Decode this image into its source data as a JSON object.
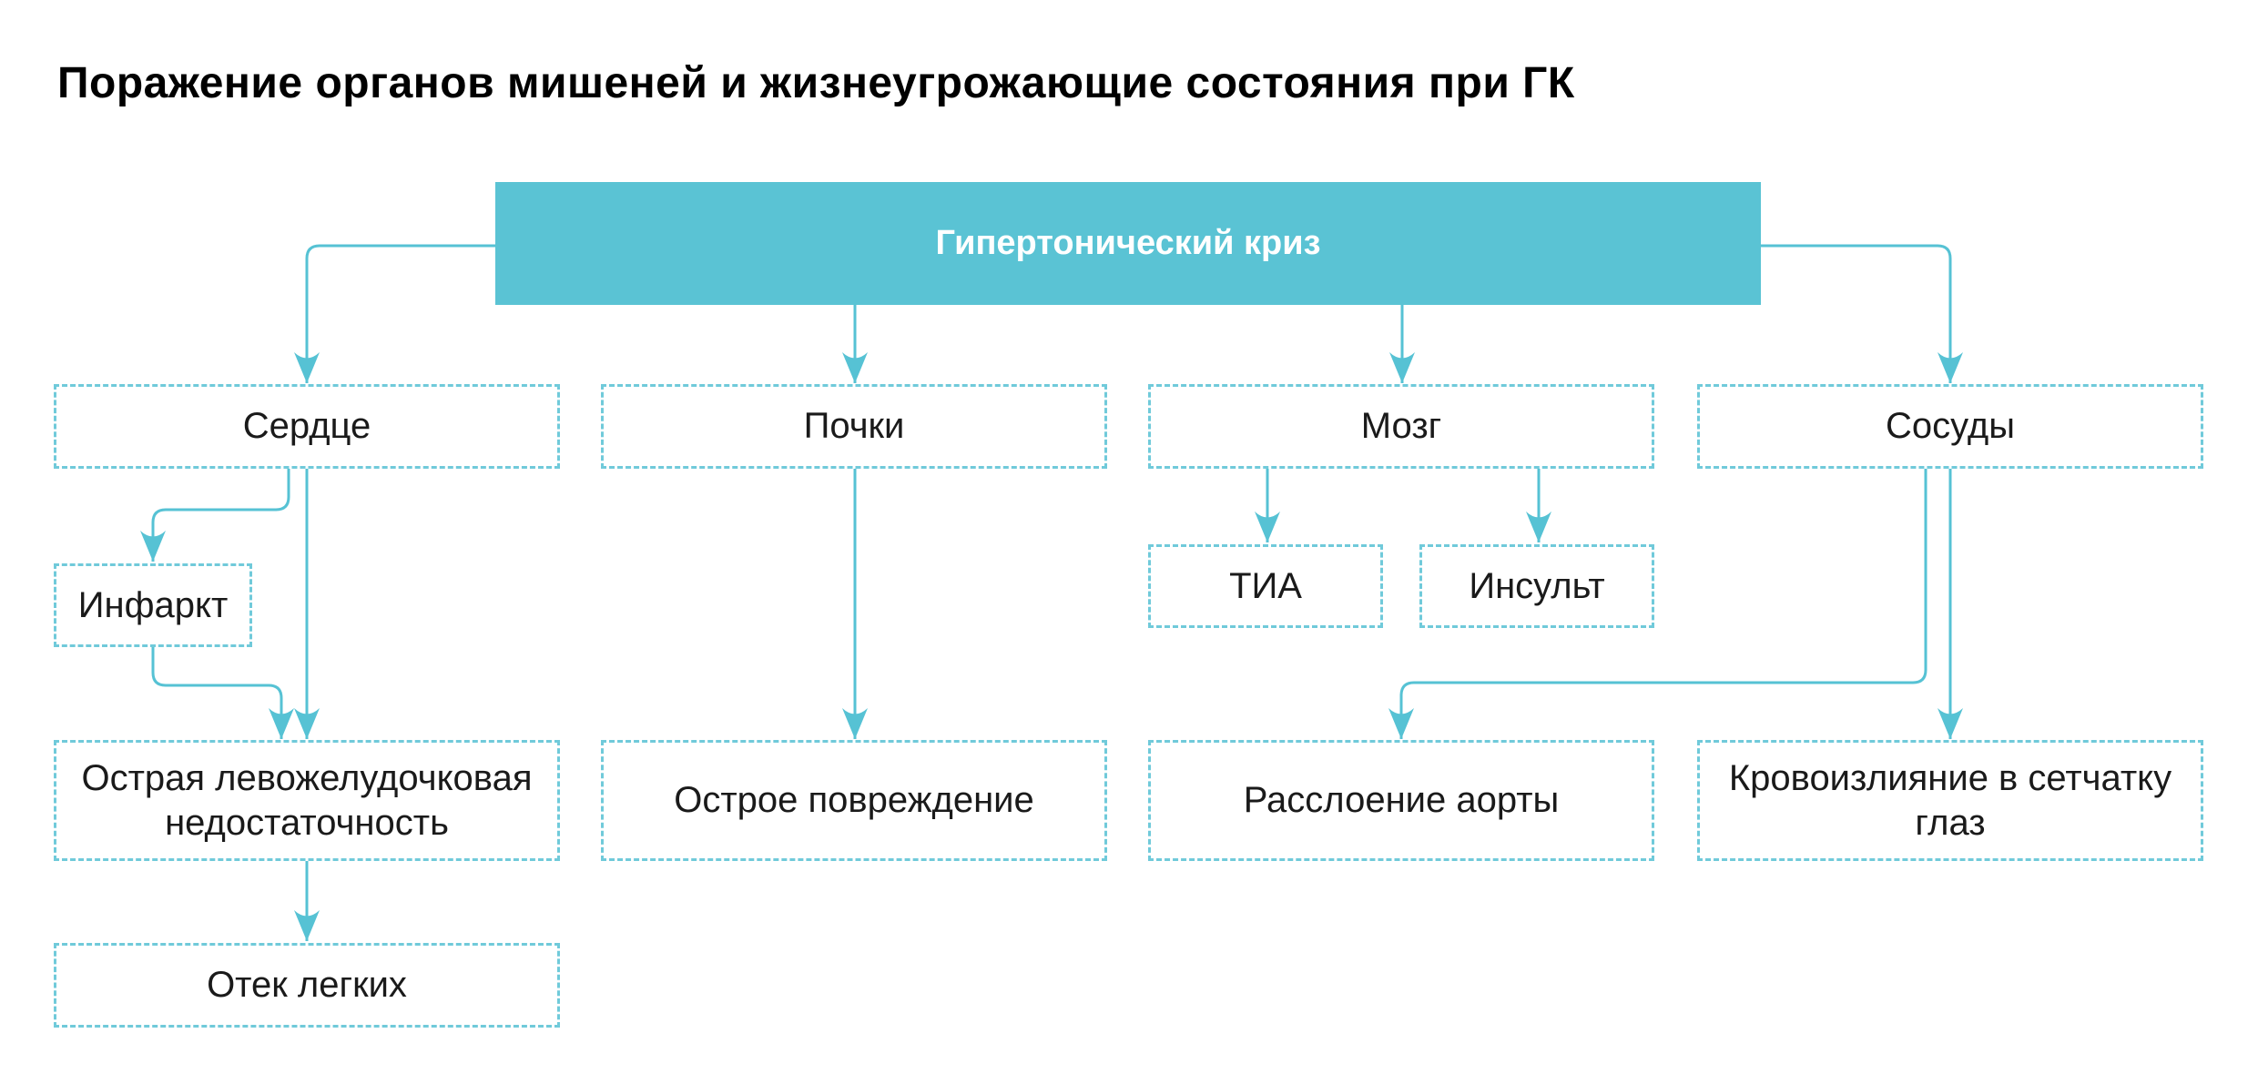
{
  "title": "Поражение органов мишеней и жизнеугрожающие состояния при ГК",
  "nodes": {
    "root": {
      "label": "Гипертонический криз"
    },
    "heart": {
      "label": "Сердце"
    },
    "kidneys": {
      "label": "Почки"
    },
    "brain": {
      "label": "Мозг"
    },
    "vessels": {
      "label": "Сосуды"
    },
    "infarction": {
      "label": "Инфаркт"
    },
    "tia": {
      "label": "ТИА"
    },
    "stroke": {
      "label": "Инсульт"
    },
    "lv_failure": {
      "label": "Острая левожелудочковая недостаточность"
    },
    "kidney_injury": {
      "label": "Острое повреждение"
    },
    "aortic_dissection": {
      "label": "Расслоение аорты"
    },
    "retinal_hemorrhage": {
      "label": "Кровоизлияние в сетчатку глаз"
    },
    "pulmonary_edema": {
      "label": "Отек легких"
    }
  },
  "edges": [
    {
      "from": "root",
      "to": "heart"
    },
    {
      "from": "root",
      "to": "kidneys"
    },
    {
      "from": "root",
      "to": "brain"
    },
    {
      "from": "root",
      "to": "vessels"
    },
    {
      "from": "heart",
      "to": "infarction"
    },
    {
      "from": "heart",
      "to": "lv_failure"
    },
    {
      "from": "infarction",
      "to": "lv_failure"
    },
    {
      "from": "kidneys",
      "to": "kidney_injury"
    },
    {
      "from": "brain",
      "to": "tia"
    },
    {
      "from": "brain",
      "to": "stroke"
    },
    {
      "from": "vessels",
      "to": "aortic_dissection"
    },
    {
      "from": "vessels",
      "to": "retinal_hemorrhage"
    },
    {
      "from": "lv_failure",
      "to": "pulmonary_edema"
    }
  ],
  "colors": {
    "accent_fill": "#5ac3d4",
    "connector": "#56c2d4",
    "dashed_border": "#70cada",
    "root_text": "#ffffff",
    "text": "#1a1a1a",
    "title_text": "#000000",
    "background": "#ffffff"
  }
}
